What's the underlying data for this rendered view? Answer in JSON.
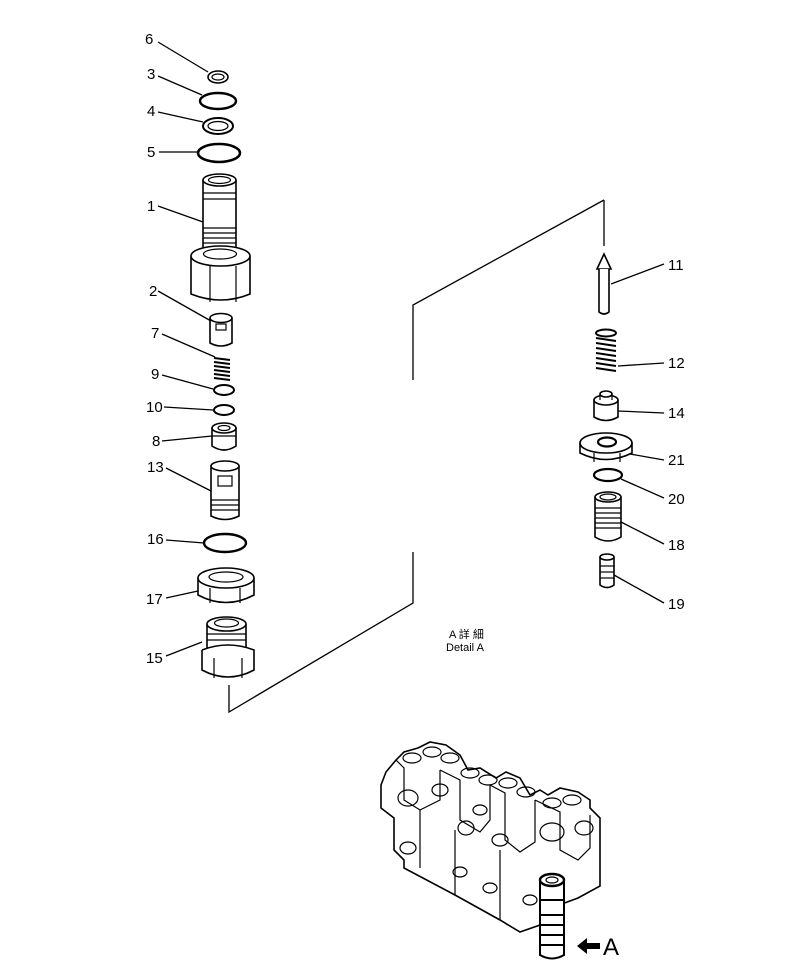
{
  "callouts": [
    {
      "id": "p6",
      "label": "6"
    },
    {
      "id": "p3",
      "label": "3"
    },
    {
      "id": "p4",
      "label": "4"
    },
    {
      "id": "p5",
      "label": "5"
    },
    {
      "id": "p1",
      "label": "1"
    },
    {
      "id": "p2",
      "label": "2"
    },
    {
      "id": "p7",
      "label": "7"
    },
    {
      "id": "p9",
      "label": "9"
    },
    {
      "id": "p10",
      "label": "10"
    },
    {
      "id": "p8",
      "label": "8"
    },
    {
      "id": "p13",
      "label": "13"
    },
    {
      "id": "p16",
      "label": "16"
    },
    {
      "id": "p17",
      "label": "17"
    },
    {
      "id": "p15",
      "label": "15"
    },
    {
      "id": "p11",
      "label": "11"
    },
    {
      "id": "p12",
      "label": "12"
    },
    {
      "id": "p14",
      "label": "14"
    },
    {
      "id": "p21",
      "label": "21"
    },
    {
      "id": "p20",
      "label": "20"
    },
    {
      "id": "p18",
      "label": "18"
    },
    {
      "id": "p19",
      "label": "19"
    }
  ],
  "detail": {
    "line1": "A  詳 細",
    "line2": "Detail  A"
  },
  "view_marker": {
    "label": "A"
  }
}
